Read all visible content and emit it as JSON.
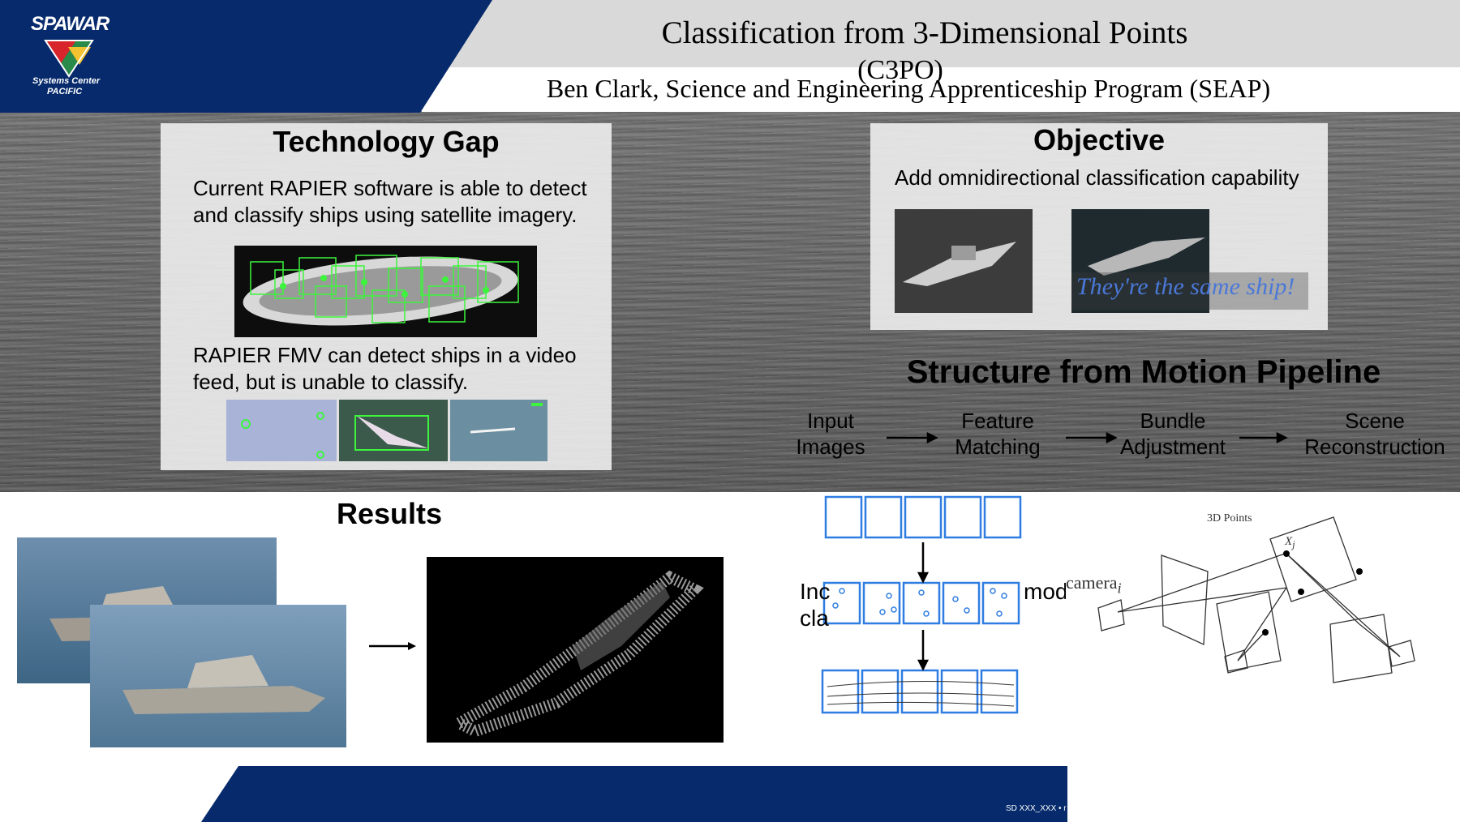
{
  "header": {
    "title": "Classification from 3-Dimensional Points",
    "title_acronym": "(C3PO)",
    "subtitle": "Ben Clark, Science and Engineering Apprenticeship Program (SEAP)"
  },
  "logo": {
    "wordmark": "SPAWAR",
    "line1": "Systems Center",
    "line2": "PACIFIC"
  },
  "technology_gap": {
    "title": "Technology Gap",
    "text1": "Current RAPIER software is able to detect and classify ships using satellite imagery.",
    "text2": "RAPIER FMV can detect ships in a video feed, but is unable to classify."
  },
  "objective": {
    "title": "Objective",
    "text": "Add omnidirectional classification capability",
    "caption": "They're the same ship!"
  },
  "pipeline": {
    "title": "Structure from Motion Pipeline",
    "steps": [
      {
        "line1": "Input",
        "line2": "Images"
      },
      {
        "line1": "Feature",
        "line2": "Matching"
      },
      {
        "line1": "Bundle",
        "line2": "Adjustment"
      },
      {
        "line1": "Scene",
        "line2": "Reconstruction"
      }
    ]
  },
  "results": {
    "title": "Results"
  },
  "diagram": {
    "fragment_left1": "Inc",
    "fragment_left2": "cla",
    "fragment_right": "mod",
    "camera_label": "camera",
    "camera_sub": "i",
    "points_label": "3D Points",
    "xj": "X",
    "xj_sub": "j"
  },
  "footer": {
    "code": "SD XXX_XXX • r"
  },
  "colors": {
    "navy": "#062a6b",
    "accent_blue": "#2f7de1",
    "caption_blue": "#4a78d8"
  }
}
